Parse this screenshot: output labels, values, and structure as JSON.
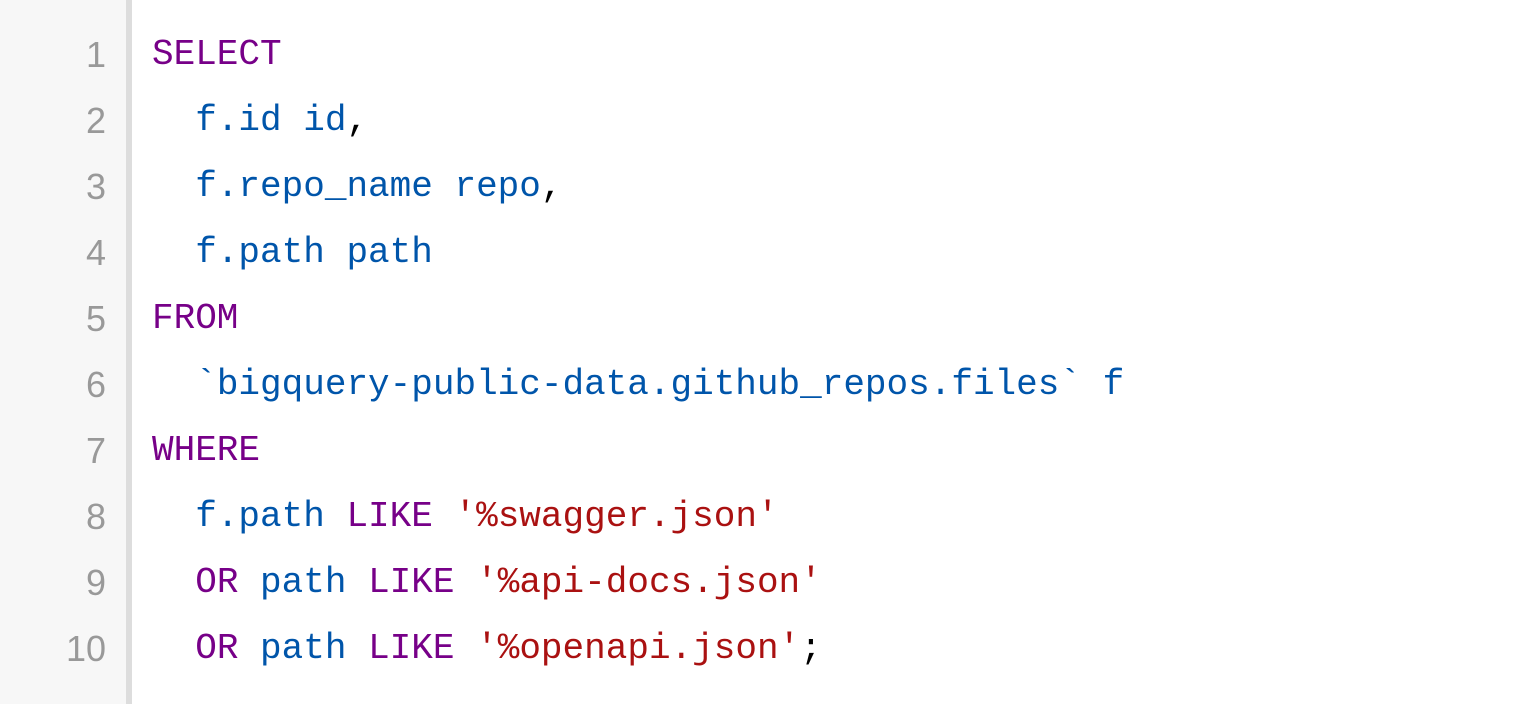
{
  "editor": {
    "colors": {
      "keyword": "#770088",
      "identifier": "#0055aa",
      "string": "#aa1111",
      "punctuation": "#000000",
      "gutter_bg": "#f7f7f7",
      "line_number": "#999999"
    },
    "lines": [
      {
        "number": "1",
        "tokens": [
          {
            "type": "keyword",
            "text": "SELECT"
          }
        ]
      },
      {
        "number": "2",
        "tokens": [
          {
            "type": "space",
            "text": "  "
          },
          {
            "type": "ident",
            "text": "f.id"
          },
          {
            "type": "space",
            "text": " "
          },
          {
            "type": "ident",
            "text": "id"
          },
          {
            "type": "punct",
            "text": ","
          }
        ]
      },
      {
        "number": "3",
        "tokens": [
          {
            "type": "space",
            "text": "  "
          },
          {
            "type": "ident",
            "text": "f.repo_name"
          },
          {
            "type": "space",
            "text": " "
          },
          {
            "type": "ident",
            "text": "repo"
          },
          {
            "type": "punct",
            "text": ","
          }
        ]
      },
      {
        "number": "4",
        "tokens": [
          {
            "type": "space",
            "text": "  "
          },
          {
            "type": "ident",
            "text": "f.path"
          },
          {
            "type": "space",
            "text": " "
          },
          {
            "type": "ident",
            "text": "path"
          }
        ]
      },
      {
        "number": "5",
        "tokens": [
          {
            "type": "keyword",
            "text": "FROM"
          }
        ]
      },
      {
        "number": "6",
        "tokens": [
          {
            "type": "space",
            "text": "  "
          },
          {
            "type": "ident",
            "text": "`bigquery-public-data.github_repos.files`"
          },
          {
            "type": "space",
            "text": " "
          },
          {
            "type": "ident",
            "text": "f"
          }
        ]
      },
      {
        "number": "7",
        "tokens": [
          {
            "type": "keyword",
            "text": "WHERE"
          }
        ]
      },
      {
        "number": "8",
        "tokens": [
          {
            "type": "space",
            "text": "  "
          },
          {
            "type": "ident",
            "text": "f.path"
          },
          {
            "type": "space",
            "text": " "
          },
          {
            "type": "keyword",
            "text": "LIKE"
          },
          {
            "type": "space",
            "text": " "
          },
          {
            "type": "string",
            "text": "'%swagger.json'"
          }
        ]
      },
      {
        "number": "9",
        "tokens": [
          {
            "type": "space",
            "text": "  "
          },
          {
            "type": "keyword",
            "text": "OR"
          },
          {
            "type": "space",
            "text": " "
          },
          {
            "type": "ident",
            "text": "path"
          },
          {
            "type": "space",
            "text": " "
          },
          {
            "type": "keyword",
            "text": "LIKE"
          },
          {
            "type": "space",
            "text": " "
          },
          {
            "type": "string",
            "text": "'%api-docs.json'"
          }
        ]
      },
      {
        "number": "10",
        "tokens": [
          {
            "type": "space",
            "text": "  "
          },
          {
            "type": "keyword",
            "text": "OR"
          },
          {
            "type": "space",
            "text": " "
          },
          {
            "type": "ident",
            "text": "path"
          },
          {
            "type": "space",
            "text": " "
          },
          {
            "type": "keyword",
            "text": "LIKE"
          },
          {
            "type": "space",
            "text": " "
          },
          {
            "type": "string",
            "text": "'%openapi.json'"
          },
          {
            "type": "punct",
            "text": ";"
          }
        ]
      }
    ]
  }
}
